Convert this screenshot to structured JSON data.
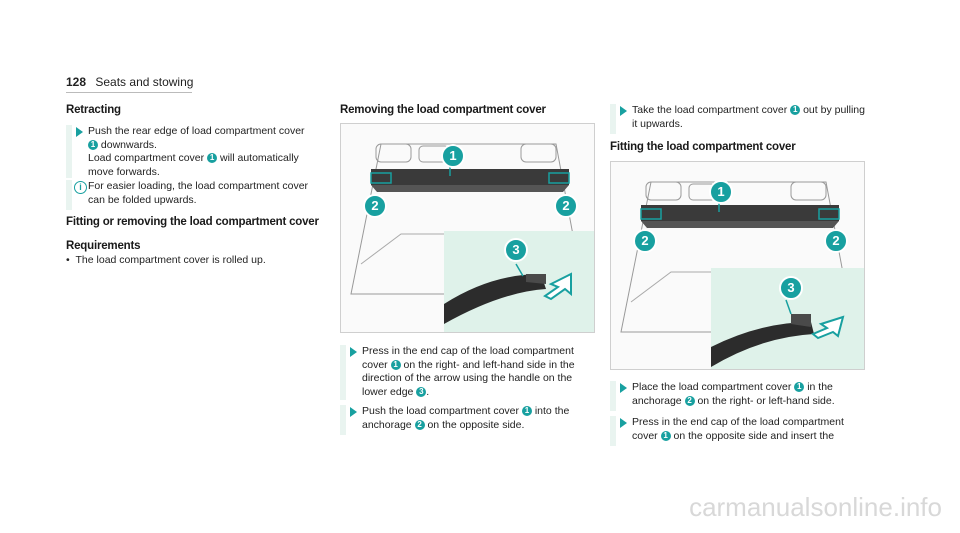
{
  "header": {
    "page_number": "128",
    "section": "Seats and stowing"
  },
  "col1": {
    "retracting_title": "Retracting",
    "retract_step": "Push the rear edge of load compartment cover",
    "retract_step_b": "downwards.",
    "retract_note_a": "Load compartment cover",
    "retract_note_b": "will automatically move forwards.",
    "info_text": "For easier loading, the load compartment cover can be folded upwards.",
    "fitting_title": "Fitting or removing the load compartment cover",
    "requirements_title": "Requirements",
    "requirement_item": "The load compartment cover is rolled up."
  },
  "col2": {
    "title": "Removing the load compartment cover",
    "step1_a": "Press in the end cap of the load compartment cover",
    "step1_b": "on the right- and left-hand side in the direction of the arrow using the handle on the lower edge",
    "step2_a": "Push the load compartment cover",
    "step2_b": "into the anchorage",
    "step2_c": "on the opposite side."
  },
  "col3": {
    "step_a": "Take the load compartment cover",
    "step_b": "out by pulling it upwards.",
    "title": "Fitting the load compartment cover",
    "step1_a": "Place the load compartment cover",
    "step1_b": "in the anchorage",
    "step1_c": "on the right- or left-hand side.",
    "step2_a": "Press in the end cap of the load compartment cover",
    "step2_b": "on the opposite side and insert the"
  },
  "markers": {
    "one": "1",
    "two": "2",
    "three": "3",
    "info": "i"
  },
  "watermark": "carmanualsonline.info",
  "colors": {
    "accent": "#18a0a0",
    "step_bar": "#e9f4f0",
    "zoom_bg": "#dff2ea"
  }
}
